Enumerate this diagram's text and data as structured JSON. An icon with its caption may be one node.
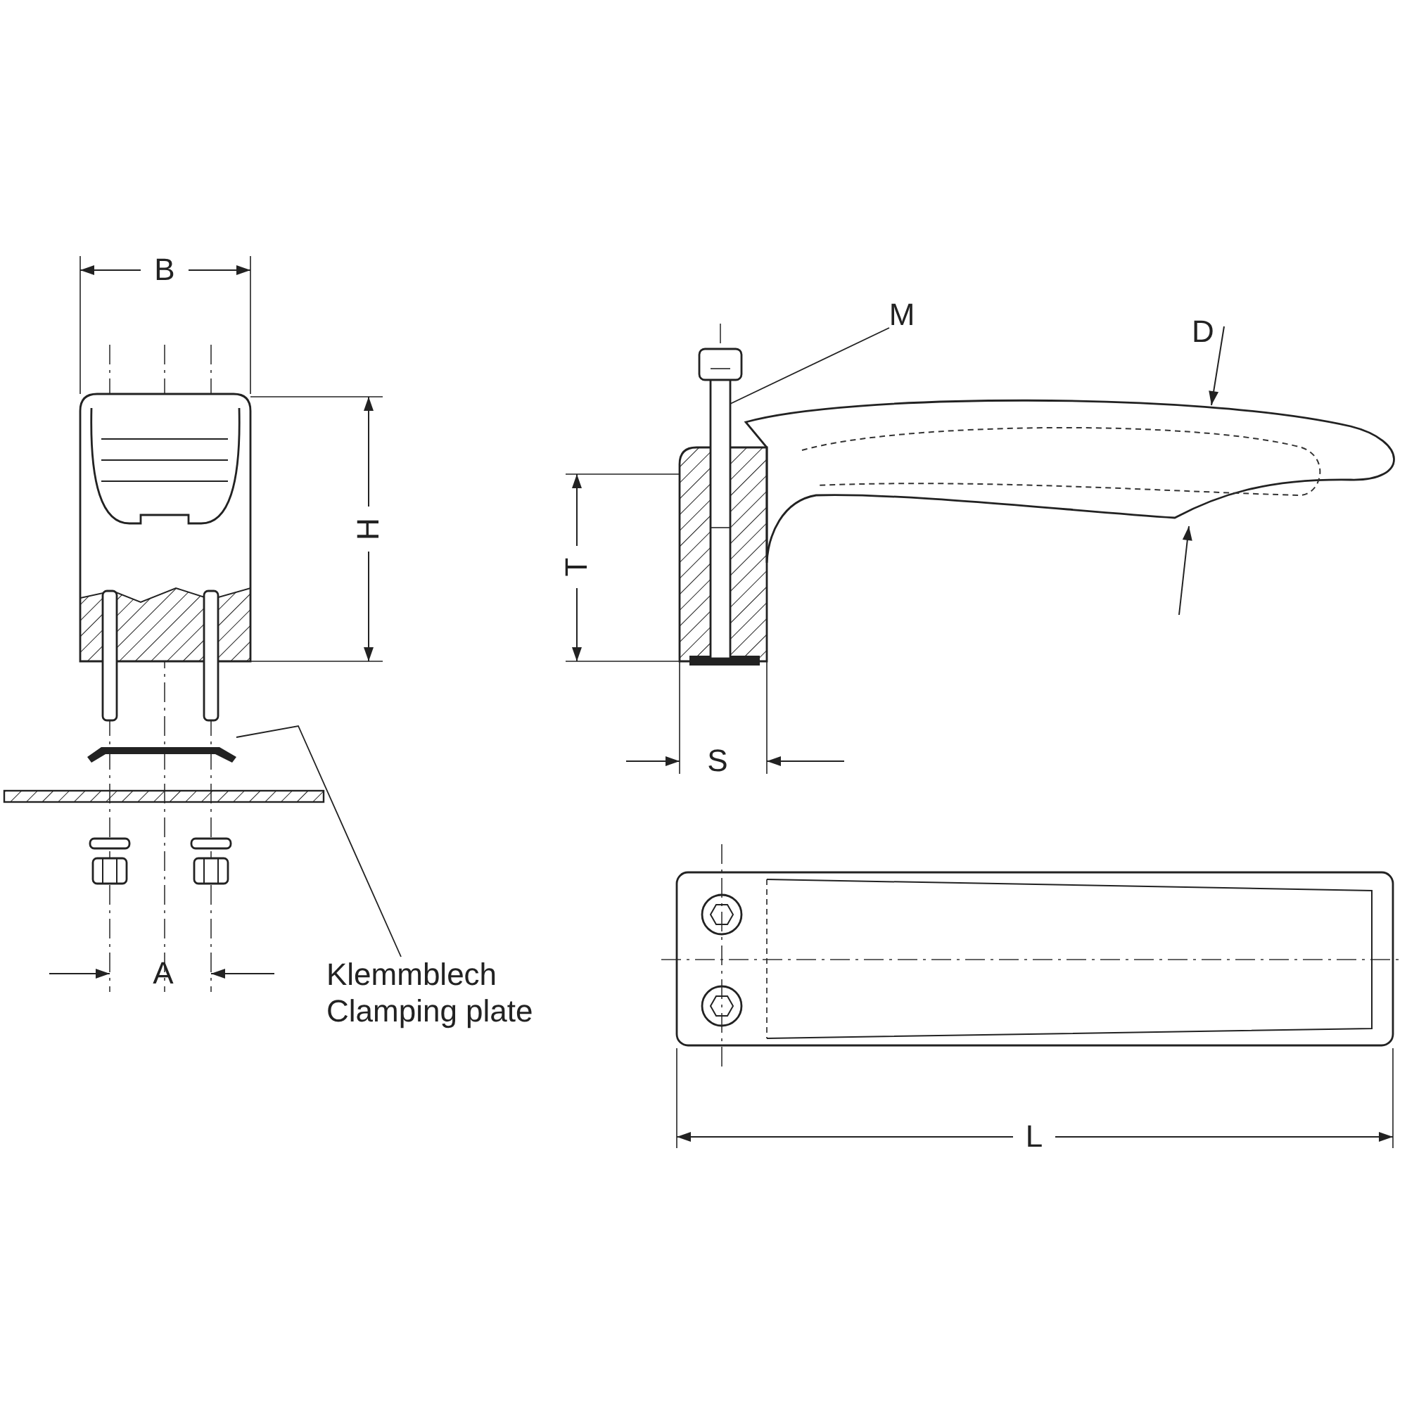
{
  "diagram": {
    "nodes": [
      {
        "text": [
          "M"
        ]
      },
      {
        "text": [],
        "shape": "picture"
      },
      {
        "text": [
          "Klemmblech Clamping plate"
        ]
      },
      {
        "text": [],
        "shape": "picture"
      }
    ],
    "edges": [
      {
        "from": 0,
        "to": 1,
        "arrow": "none"
      },
      {
        "from": 2,
        "to": 3,
        "arrow": "none"
      }
    ],
    "labels": [
      "B",
      "D",
      "H",
      "T",
      "S",
      "A",
      "L"
    ]
  }
}
